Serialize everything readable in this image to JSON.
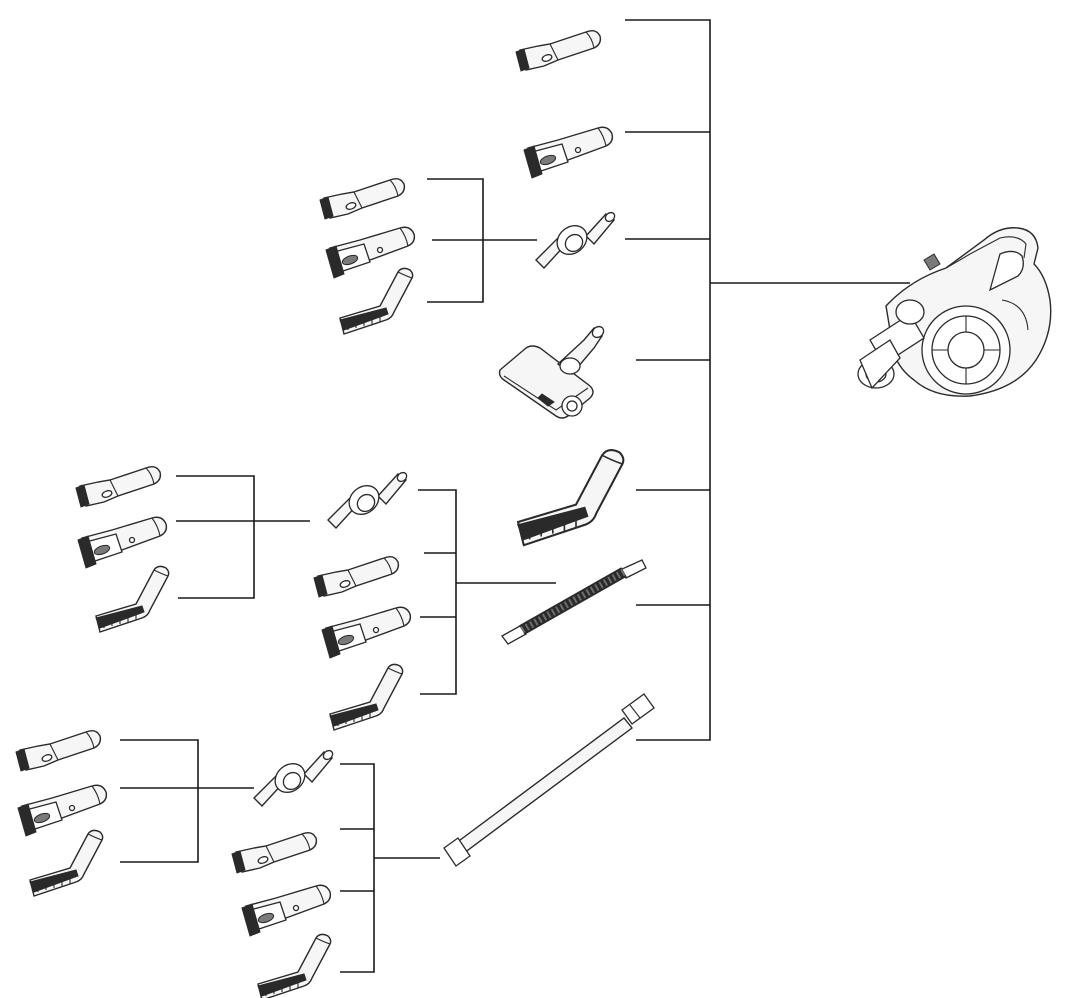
{
  "diagram": {
    "kind": "accessory-compatibility-tree",
    "colors": {
      "line": "#1a1a1a",
      "part_stroke": "#2a2a2a",
      "part_fill": "#f6f6f6",
      "bristles": "#2a2a2a",
      "background": "#ffffff"
    },
    "groups": [
      {
        "connector": "main-unit",
        "children": [
          "crevice-tool",
          "dusting-brush-tool",
          "adapter",
          "motorized-floor-head",
          "angled-brush",
          "flexible-hose",
          "extension-wand"
        ]
      },
      {
        "connector": "adapter",
        "children": [
          "crevice-tool",
          "dusting-brush-tool",
          "angled-brush"
        ]
      },
      {
        "connector": "flexible-hose",
        "children": [
          "adapter",
          "crevice-tool",
          "dusting-brush-tool",
          "angled-brush"
        ]
      },
      {
        "connector": "extension-wand",
        "children": [
          "adapter",
          "crevice-tool",
          "dusting-brush-tool",
          "angled-brush"
        ]
      }
    ]
  }
}
